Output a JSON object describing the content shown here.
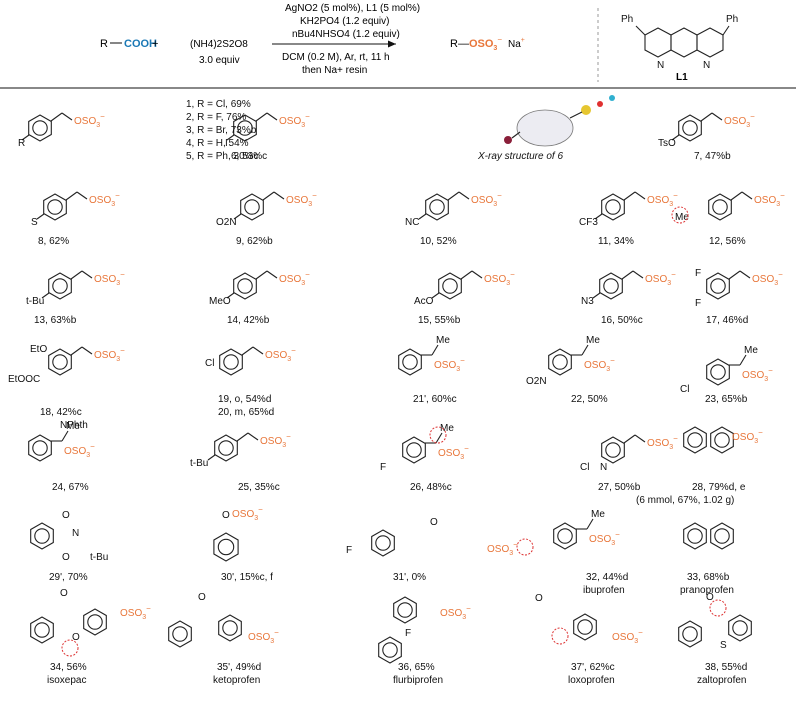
{
  "scheme": {
    "reactant_acid": "R—COOH",
    "plus": "+",
    "oxidant": "(NH4)2S2O8",
    "oxidant_equiv": "3.0 equiv",
    "cond_line1": "AgNO2 (5 mol%), L1 (5 mol%)",
    "cond_line2": "KH2PO4 (1.2 equiv)",
    "cond_line3": "nBu4NHSO4 (1.2 equiv)",
    "cond_line4": "DCM (0.2 M), Ar, rt, 11 h",
    "cond_line5": "then Na+ resin",
    "product": "R—OSO3⁻  Na⁺",
    "ligand_name": "L1",
    "ligand_ph": "Ph",
    "ligand_n": "N"
  },
  "colors": {
    "sulfate": "#e8763a",
    "acid": "#1a78b5",
    "hint_circle": "#dd3333"
  },
  "products": [
    {
      "id": "p1",
      "caption": "1, R = Cl, 69%"
    },
    {
      "id": "p2",
      "caption": "2, R = F, 76%"
    },
    {
      "id": "p3",
      "caption": "3, R = Br, 73%b"
    },
    {
      "id": "p4",
      "caption": "4, R = H, 54%"
    },
    {
      "id": "p5",
      "caption": "5, R = Ph, 30%c"
    },
    {
      "id": "p6",
      "caption": "6, 53%c"
    },
    {
      "id": "xray",
      "caption": "X-ray structure of 6"
    },
    {
      "id": "p7",
      "caption": "7, 47%b"
    },
    {
      "id": "p8",
      "caption": "8, 62%"
    },
    {
      "id": "p9",
      "caption": "9, 62%b"
    },
    {
      "id": "p10",
      "caption": "10, 52%"
    },
    {
      "id": "p11",
      "caption": "11, 34%"
    },
    {
      "id": "p12",
      "caption": "12, 56%"
    },
    {
      "id": "p13",
      "caption": "13, 63%b"
    },
    {
      "id": "p14",
      "caption": "14, 42%b"
    },
    {
      "id": "p15",
      "caption": "15, 55%b"
    },
    {
      "id": "p16",
      "caption": "16, 50%c"
    },
    {
      "id": "p17",
      "caption": "17, 46%d"
    },
    {
      "id": "p18",
      "caption": "18, 42%c"
    },
    {
      "id": "p19",
      "caption": "19, o, 54%d"
    },
    {
      "id": "p20",
      "caption": "20, m, 65%d"
    },
    {
      "id": "p21",
      "caption": "21', 60%c"
    },
    {
      "id": "p22",
      "caption": "22, 50%"
    },
    {
      "id": "p23",
      "caption": "23, 65%b"
    },
    {
      "id": "p24",
      "caption": "24, 67%"
    },
    {
      "id": "p25",
      "caption": "25, 35%c"
    },
    {
      "id": "p26",
      "caption": "26, 48%c"
    },
    {
      "id": "p27",
      "caption": "27, 50%b"
    },
    {
      "id": "p28",
      "caption": "28, 79%d, e"
    },
    {
      "id": "p28b",
      "caption": "(6 mmol, 67%, 1.02 g)"
    },
    {
      "id": "p29",
      "caption": "29', 70%"
    },
    {
      "id": "p30",
      "caption": "30', 15%c, f"
    },
    {
      "id": "p31",
      "caption": "31', 0%"
    },
    {
      "id": "p32",
      "caption": "32, 44%d"
    },
    {
      "id": "p32n",
      "caption": "ibuprofen"
    },
    {
      "id": "p33",
      "caption": "33, 68%b"
    },
    {
      "id": "p33n",
      "caption": "pranoprofen"
    },
    {
      "id": "p34",
      "caption": "34, 56%"
    },
    {
      "id": "p34n",
      "caption": "isoxepac"
    },
    {
      "id": "p35",
      "caption": "35', 49%d"
    },
    {
      "id": "p35n",
      "caption": "ketoprofen"
    },
    {
      "id": "p36",
      "caption": "36, 65%"
    },
    {
      "id": "p36n",
      "caption": "flurbiprofen"
    },
    {
      "id": "p37",
      "caption": "37', 62%c"
    },
    {
      "id": "p37n",
      "caption": "loxoprofen"
    },
    {
      "id": "p38",
      "caption": "38, 55%d"
    },
    {
      "id": "p38n",
      "caption": "zaltoprofen"
    }
  ],
  "labels": {
    "oso3": "OSO3⁻",
    "R": "R",
    "I": "I",
    "TsO": "TsO",
    "S": "S",
    "O": "O",
    "O2N": "O2N",
    "NC": "NC",
    "CF3": "CF3",
    "Me": "Me",
    "tBu": "t-Bu",
    "MeO": "MeO",
    "AcO": "AcO",
    "N3": "N3",
    "F": "F",
    "EtO": "EtO",
    "EtOOC": "EtOOC",
    "Cl": "Cl",
    "NPhth": "NPhth",
    "N": "N",
    "Ph": "Ph"
  }
}
